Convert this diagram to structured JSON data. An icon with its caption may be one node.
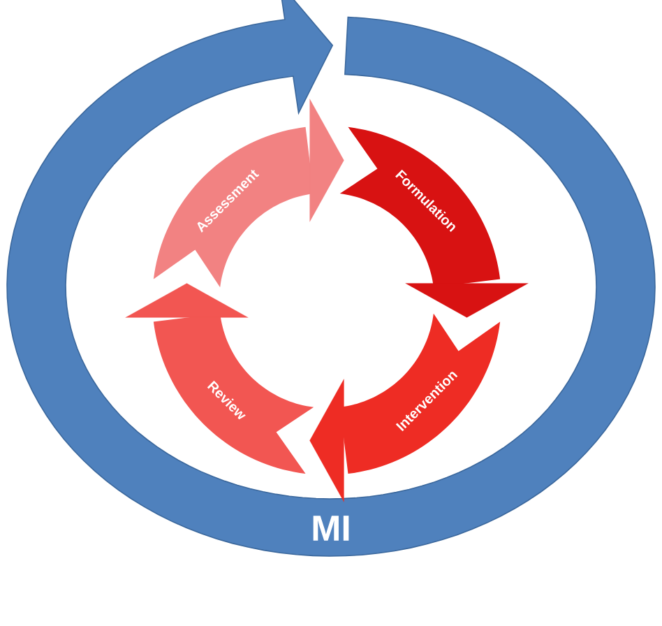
{
  "diagram": {
    "nodes": [
      {
        "text": [
          "MI"
        ]
      },
      {
        "text": [
          "Assessment"
        ]
      },
      {
        "text": [
          "Formulation"
        ]
      },
      {
        "text": [
          "Intervention"
        ]
      },
      {
        "text": [
          "Review"
        ]
      }
    ],
    "edges": [
      {
        "from": 1,
        "to": 2,
        "arrow": "to"
      },
      {
        "from": 2,
        "to": 3,
        "arrow": "to"
      },
      {
        "from": 3,
        "to": 4,
        "arrow": "to"
      },
      {
        "from": 4,
        "to": 1,
        "arrow": "to"
      }
    ]
  }
}
